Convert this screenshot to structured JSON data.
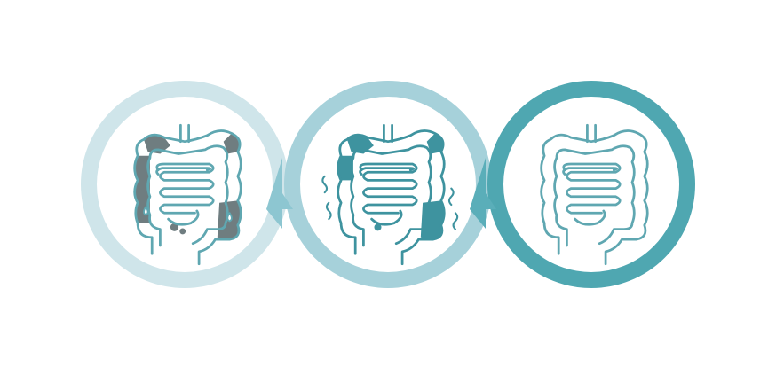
{
  "diagram": {
    "stages": [
      {
        "state": "inflamed",
        "icon": "intestine-severe-icon",
        "ring_color": "#cfe5ea",
        "ring_color_dark": "#b8d9e0",
        "patch_color": "#6f7d80",
        "line_color": "#5fa7b1"
      },
      {
        "state": "improving",
        "icon": "intestine-active-icon",
        "ring_color": "#a6d1da",
        "ring_color_dark": "#8cc4cf",
        "patch_color": "#3e939f",
        "line_color": "#3e939f"
      },
      {
        "state": "healthy",
        "icon": "intestine-healthy-icon",
        "ring_color": "#4fa7b1",
        "ring_color_dark": "#3f9ba6",
        "patch_color": "#ffffff",
        "line_color": "#ffffff"
      }
    ],
    "arrows": [
      {
        "icon": "arrow-left-icon",
        "color": "#8dc6d1"
      },
      {
        "icon": "arrow-left-icon",
        "color": "#5aaeb9"
      }
    ]
  }
}
